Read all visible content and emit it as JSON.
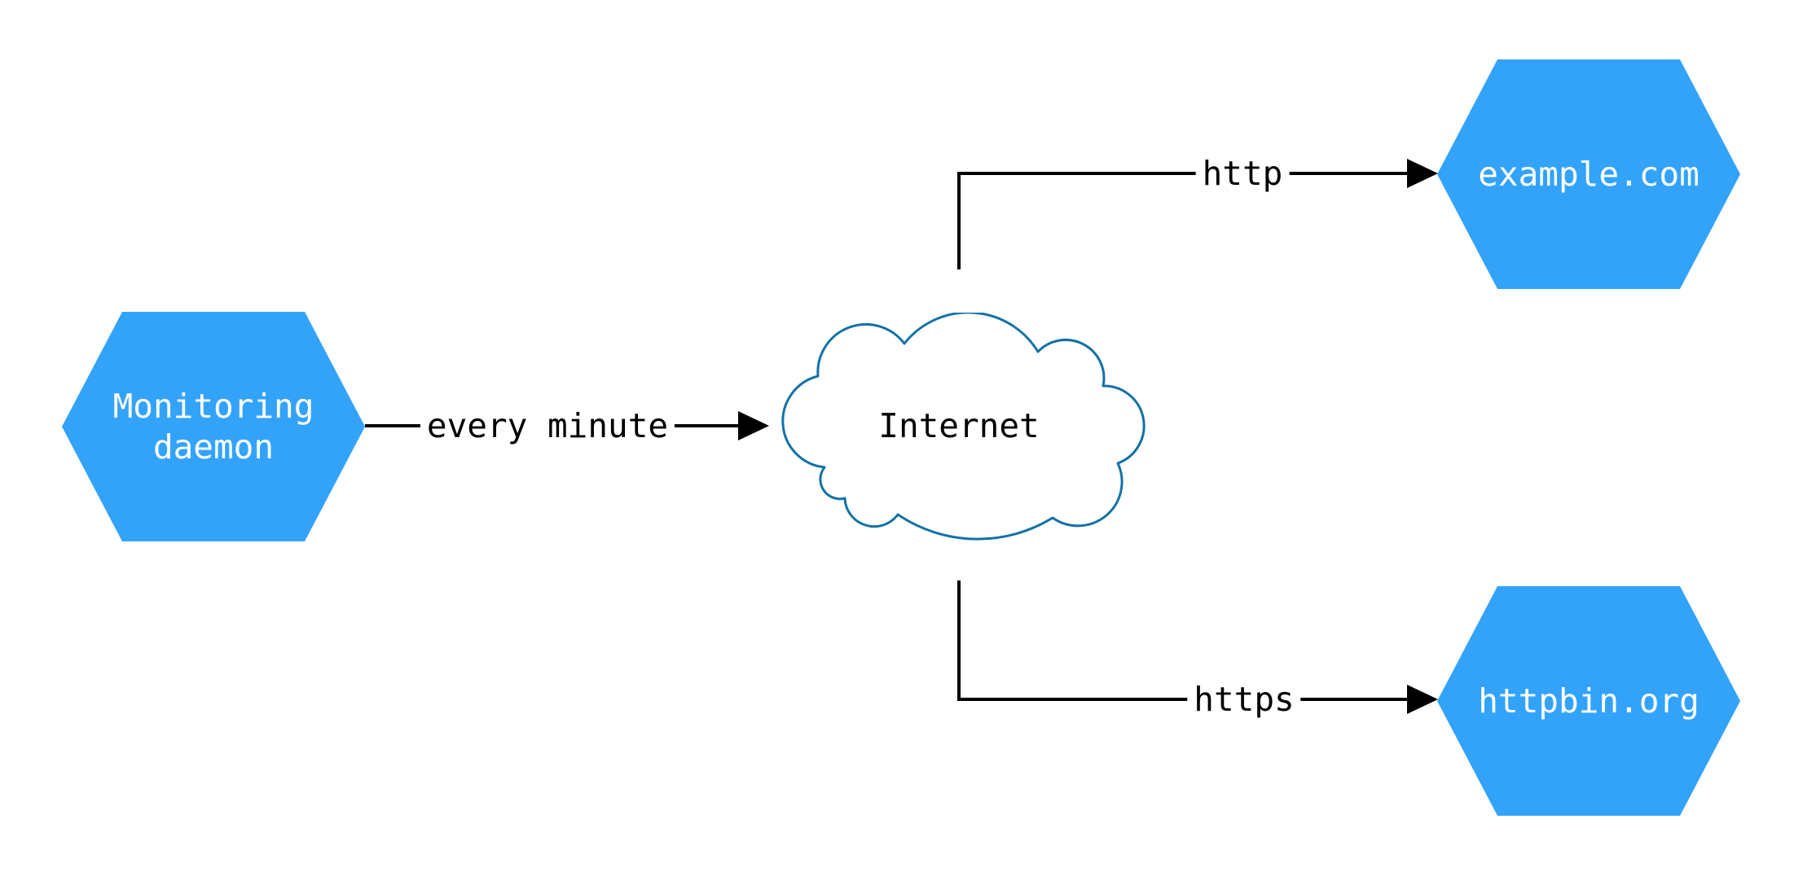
{
  "diagram": {
    "type": "network-monitoring-flow",
    "nodes": [
      {
        "id": "monitoring-daemon",
        "shape": "hexagon",
        "label": "Monitoring daemon",
        "lines": [
          "Monitoring",
          "daemon"
        ],
        "fill": "#33A3FA",
        "text_color": "#FFFFFF"
      },
      {
        "id": "internet",
        "shape": "cloud",
        "label": "Internet",
        "fill": "#FFFFFF",
        "stroke": "#1272A5",
        "text_color": "#000000"
      },
      {
        "id": "example-com",
        "shape": "hexagon",
        "label": "example.com",
        "fill": "#33A3FA",
        "text_color": "#FFFFFF"
      },
      {
        "id": "httpbin-org",
        "shape": "hexagon",
        "label": "httpbin.org",
        "fill": "#33A3FA",
        "text_color": "#FFFFFF"
      }
    ],
    "edges": [
      {
        "from": "monitoring-daemon",
        "to": "internet",
        "label": "every minute",
        "color": "#000000"
      },
      {
        "from": "internet",
        "to": "example-com",
        "label": "http",
        "color": "#000000"
      },
      {
        "from": "internet",
        "to": "httpbin-org",
        "label": "https",
        "color": "#000000"
      }
    ],
    "colors": {
      "node_fill": "#33A3FA",
      "cloud_stroke": "#1272A5",
      "edge": "#000000",
      "background": "#FFFFFF"
    }
  }
}
